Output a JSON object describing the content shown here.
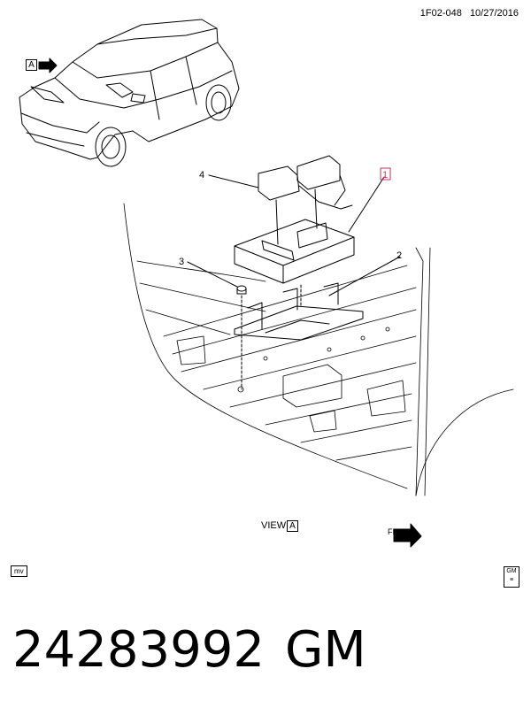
{
  "header": {
    "code": "1F02-048",
    "date": "10/27/2016"
  },
  "view": {
    "label": "VIEW",
    "letter": "A"
  },
  "view_callout": {
    "letter": "A"
  },
  "front_marker": {
    "label": "FRT"
  },
  "callouts": [
    "1",
    "2",
    "3",
    "4"
  ],
  "corner_left": {
    "label": "mv"
  },
  "corner_right": {
    "label": "GM"
  },
  "footer": {
    "part_number": "24283992",
    "brand": "GM"
  }
}
